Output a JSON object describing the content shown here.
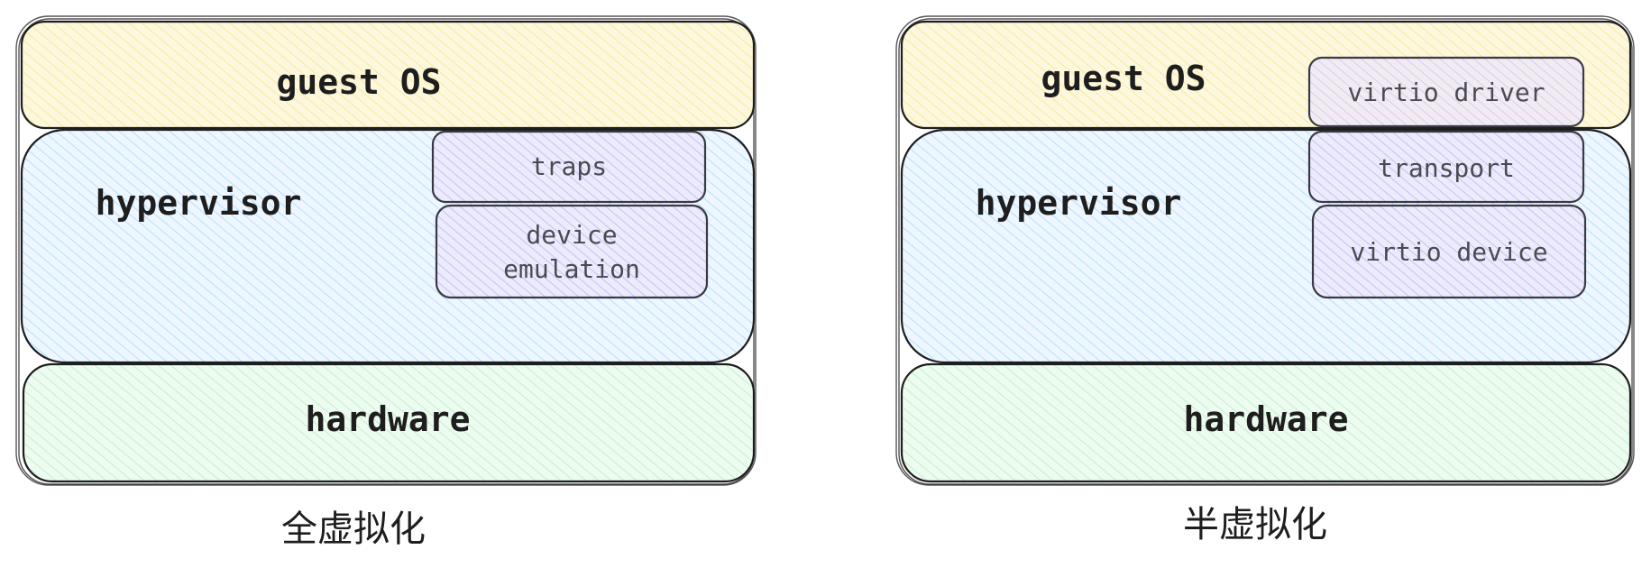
{
  "colors": {
    "guest_os": "#f8e58c",
    "hypervisor": "#a5d8ff",
    "hardware": "#b2f2bb",
    "component": "#b8b6f5",
    "stroke": "#1e1e1e"
  },
  "panels": [
    {
      "caption": "全虚拟化",
      "guest_os": {
        "label": "guest OS",
        "components": []
      },
      "hypervisor": {
        "label": "hypervisor",
        "components": [
          {
            "lines": [
              "traps"
            ]
          },
          {
            "lines": [
              "device",
              "emulation"
            ]
          }
        ]
      },
      "hardware": {
        "label": "hardware"
      }
    },
    {
      "caption": "半虚拟化",
      "guest_os": {
        "label": "guest OS",
        "components": [
          {
            "lines": [
              "virtio driver"
            ]
          }
        ]
      },
      "hypervisor": {
        "label": "hypervisor",
        "components": [
          {
            "lines": [
              "transport"
            ]
          },
          {
            "lines": [
              "virtio device"
            ]
          }
        ]
      },
      "hardware": {
        "label": "hardware"
      }
    }
  ]
}
